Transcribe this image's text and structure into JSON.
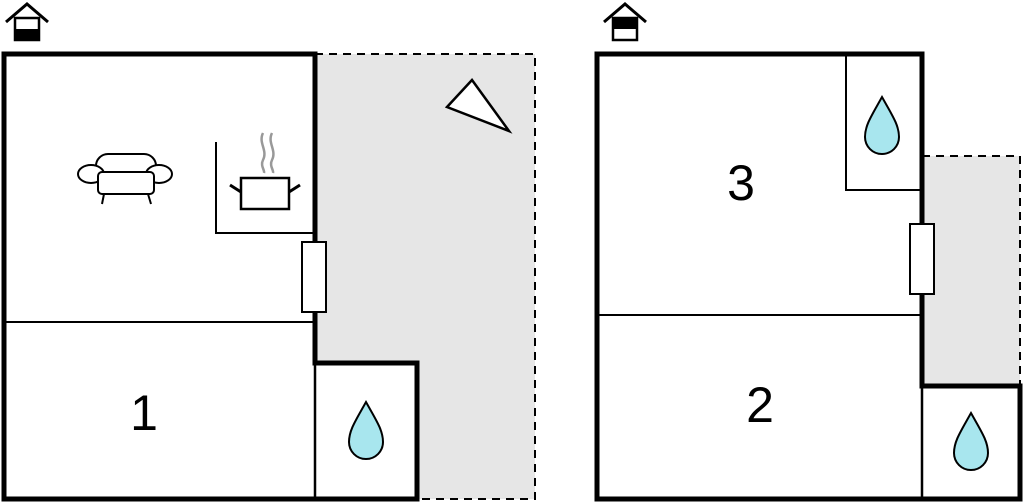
{
  "floors": [
    {
      "level": "ground",
      "rooms": [
        {
          "number": "1",
          "type": "bedroom"
        },
        {
          "type": "living-room",
          "features": [
            "sofa-icon",
            "kitchen-icon"
          ]
        },
        {
          "type": "bathroom",
          "features": [
            "water-drop-icon"
          ]
        }
      ],
      "outdoor": {
        "type": "terrace",
        "features": [
          "compass-icon"
        ]
      }
    },
    {
      "level": "upper",
      "rooms": [
        {
          "number": "3",
          "type": "bedroom"
        },
        {
          "number": "2",
          "type": "bedroom"
        },
        {
          "type": "bathroom",
          "features": [
            "water-drop-icon"
          ]
        },
        {
          "type": "bathroom",
          "features": [
            "water-drop-icon"
          ]
        }
      ],
      "outdoor": {
        "type": "balcony"
      }
    }
  ],
  "colors": {
    "wall": "#000000",
    "outdoor_fill": "#e6e6e6",
    "water": "#a8e6ee",
    "floor": "#ffffff"
  }
}
